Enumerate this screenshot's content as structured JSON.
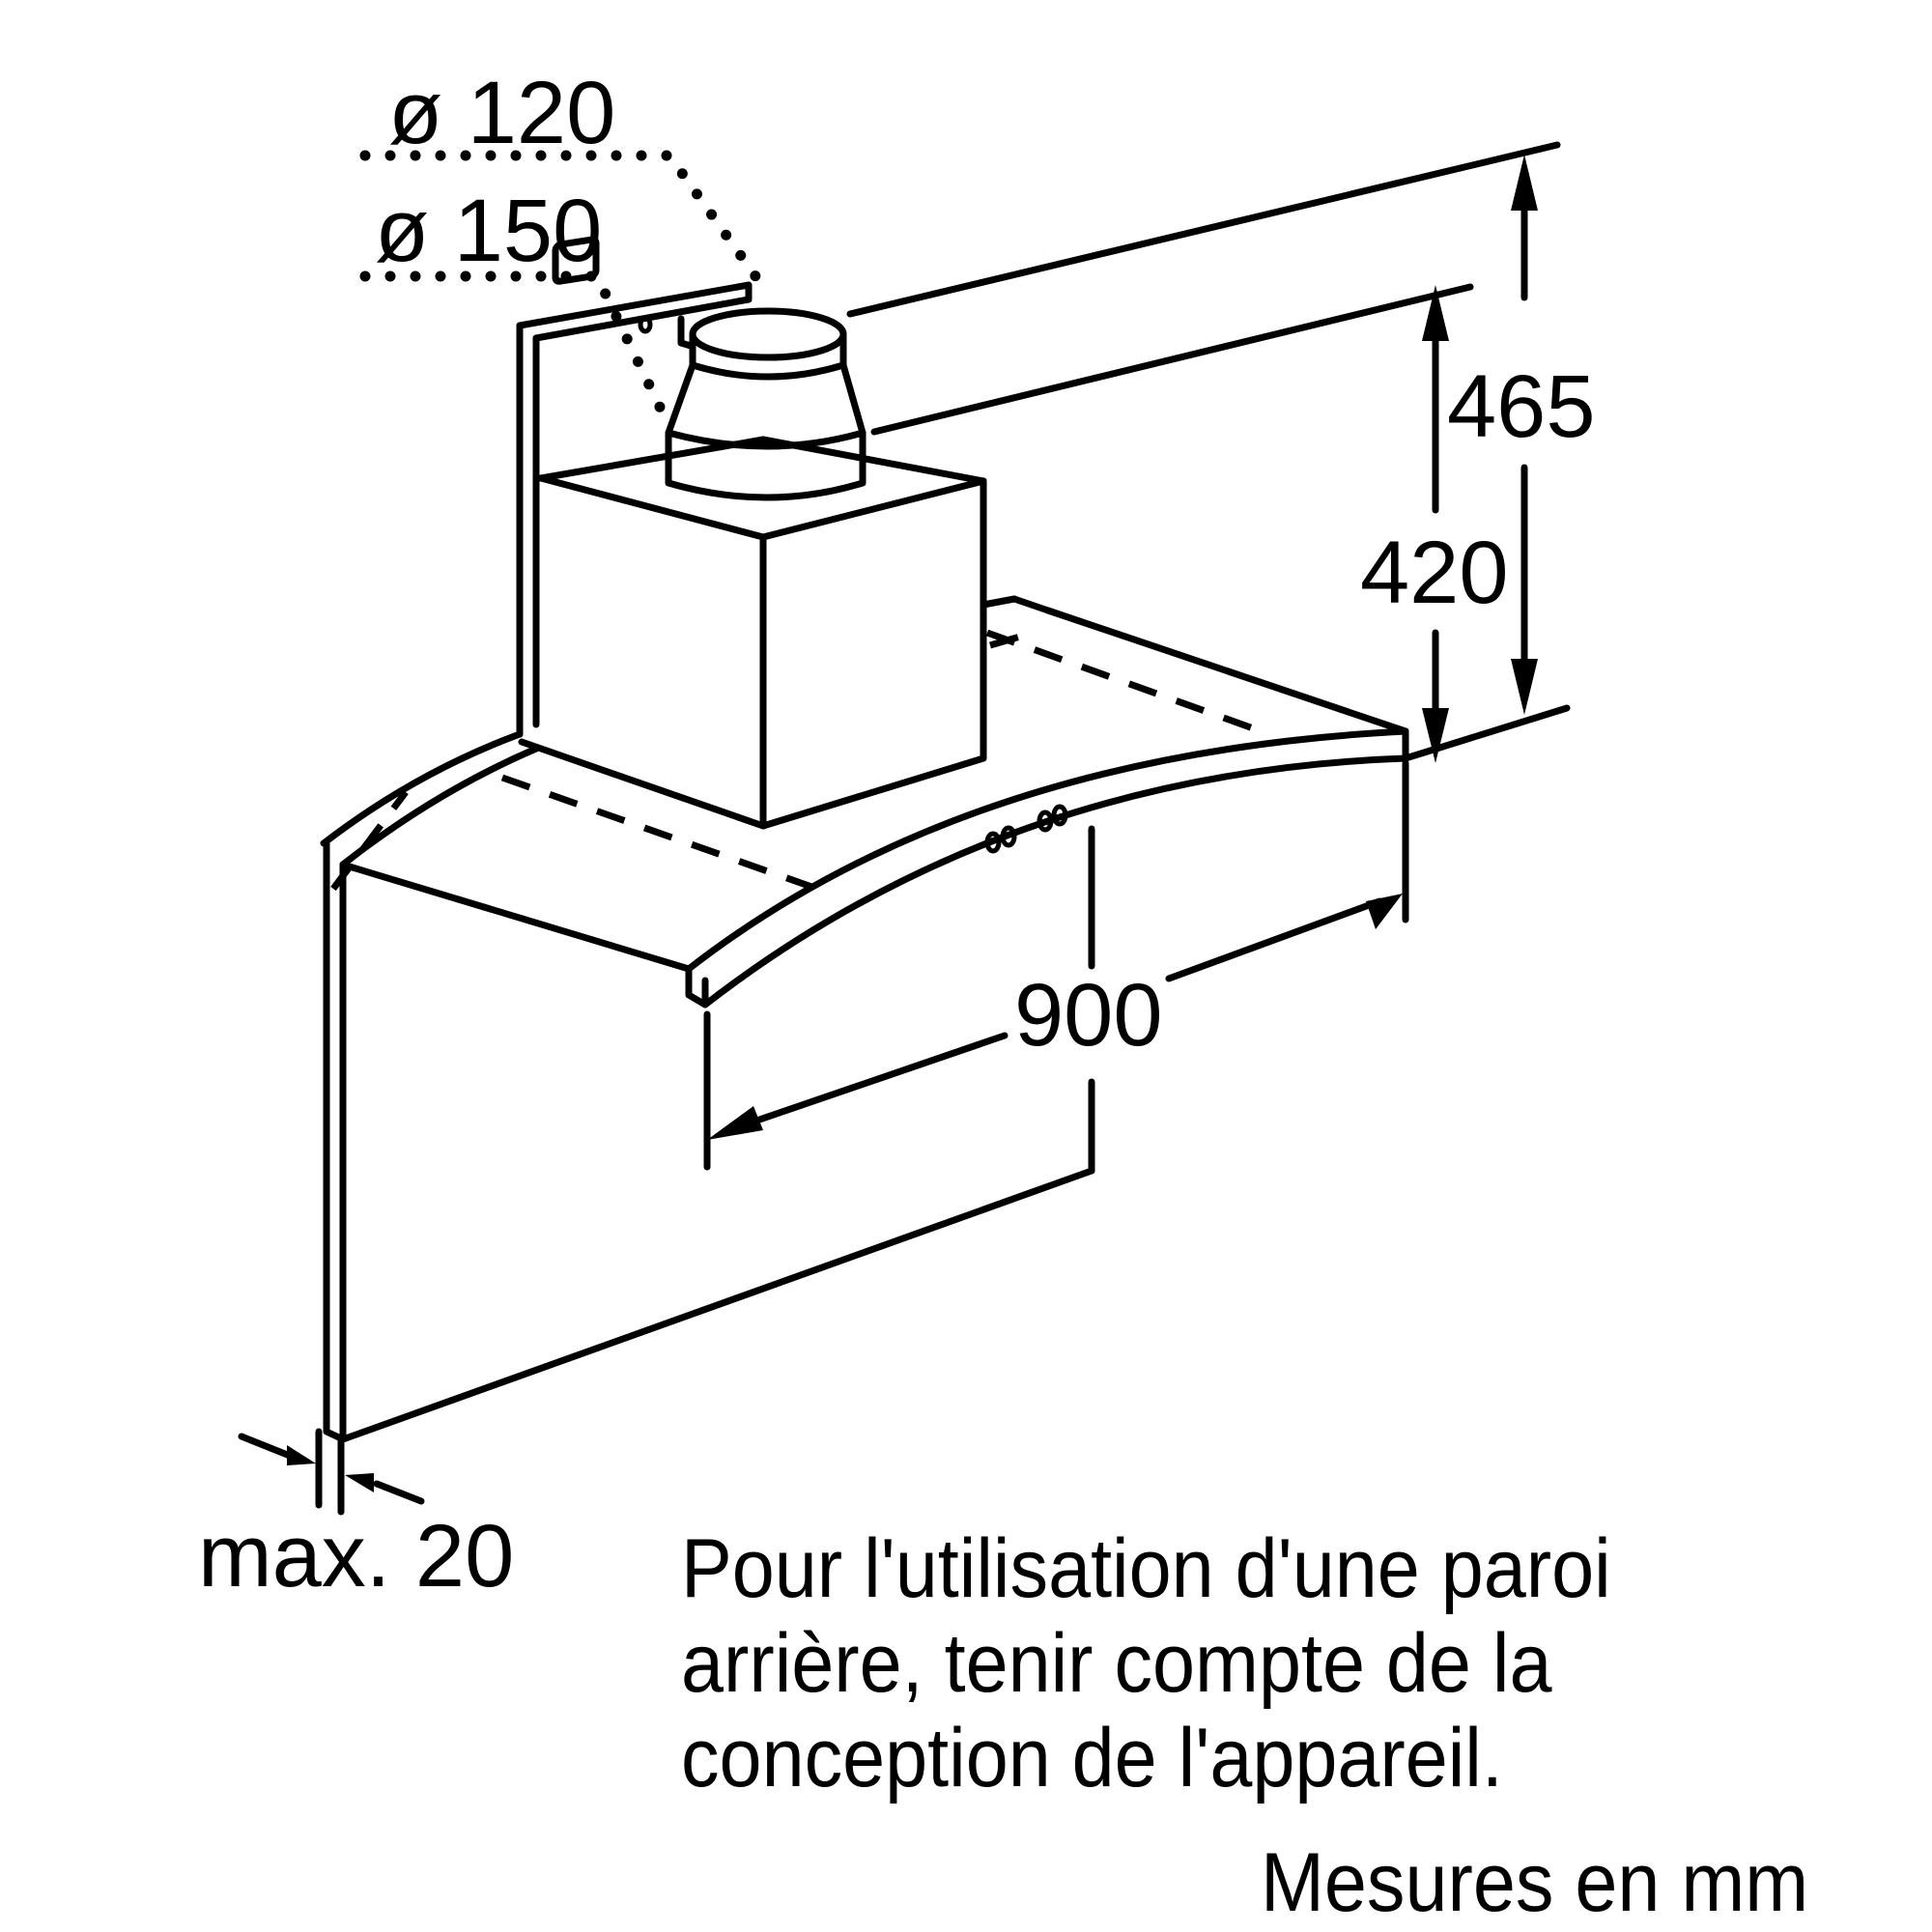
{
  "diagram": {
    "subject": "wall-mounted cooker hood dimension drawing",
    "line_color": "#000000",
    "background_color": "#ffffff"
  },
  "dimensions": {
    "duct_small": "ø 120",
    "duct_large": "ø 150",
    "height_total": "465",
    "height_body": "420",
    "width": "900",
    "backpanel_gap": "max. 20"
  },
  "notes": {
    "line1": "Pour l'utilisation d'une paroi",
    "line2": "arrière, tenir compte de la",
    "line3": "conception de l'appareil.",
    "units": "Mesures en mm"
  }
}
